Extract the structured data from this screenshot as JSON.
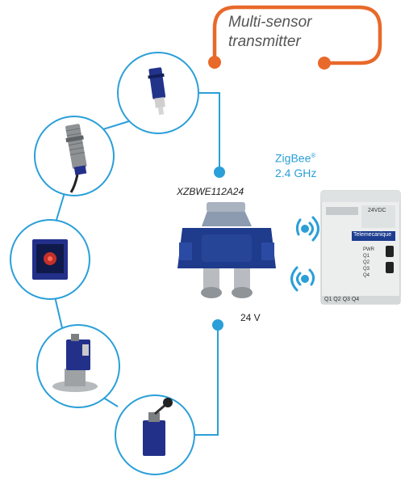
{
  "callout": {
    "line1": "Multi-sensor",
    "line2": "transmitter",
    "color": "#e8692a"
  },
  "transmitter": {
    "part_number": "XZBWE112A24",
    "supply": "24 V"
  },
  "wireless": {
    "protocol": "ZigBee",
    "registered_mark": "®",
    "frequency": "2.4 GHz",
    "color": "#2a9fd8"
  },
  "receiver": {
    "supply_label": "24VDC",
    "brand": "Telemecanique",
    "outputs": [
      "PWR",
      "Q1",
      "Q2",
      "Q3",
      "Q4"
    ],
    "terminals": "Q1 Q2 Q3 Q4"
  },
  "sensors": [
    {
      "name": "photoelectric sensor"
    },
    {
      "name": "inductive proximity sensor"
    },
    {
      "name": "compact photoelectric sensor"
    },
    {
      "name": "pressure switch"
    },
    {
      "name": "limit switch"
    }
  ],
  "connector_color": "#2a9fd8"
}
